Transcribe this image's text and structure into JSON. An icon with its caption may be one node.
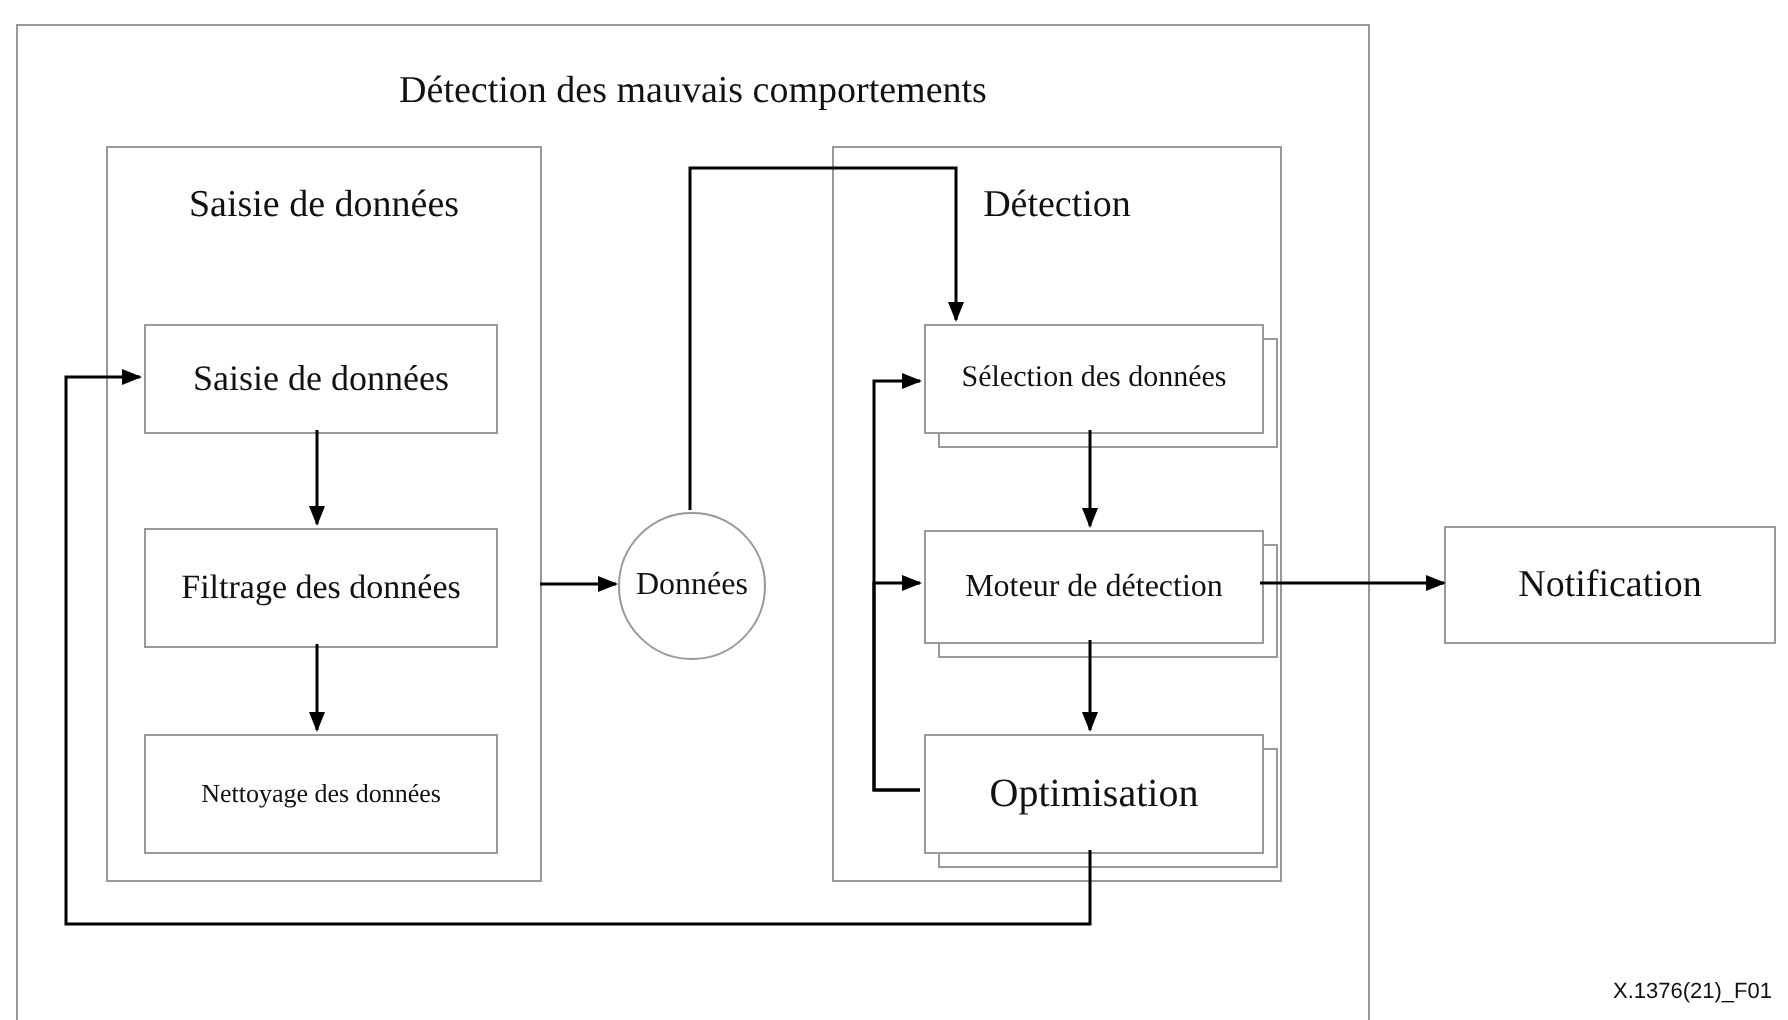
{
  "diagram": {
    "nodes": [
      {
        "text": [
          "Détection des mauvais comportements"
        ]
      },
      {
        "text": [
          "Saisie de données"
        ],
        "in": 0
      },
      {
        "text": [
          "Saisie de données"
        ],
        "in": 1
      },
      {
        "text": [
          "Filtrage des données"
        ],
        "in": 1
      },
      {
        "text": [
          "Nettoyage des données"
        ],
        "in": 1
      },
      {
        "text": [
          "Données"
        ],
        "in": 0
      },
      {
        "text": [
          "Détection"
        ],
        "in": 0
      },
      {
        "text": [
          "Sélection des données"
        ],
        "in": 6
      },
      {
        "text": [
          "Moteur de détection"
        ],
        "in": 6
      },
      {
        "text": [
          "Optimisation"
        ],
        "in": 6
      },
      {
        "text": [
          "Notification"
        ]
      }
    ],
    "edges": [
      {
        "from": 2,
        "to": 3,
        "arrow": "to"
      },
      {
        "from": 3,
        "to": 4,
        "arrow": "to"
      },
      {
        "from": 1,
        "to": 5,
        "arrow": "to"
      },
      {
        "from": 5,
        "to": 7,
        "arrow": "to"
      },
      {
        "from": 7,
        "to": 8,
        "arrow": "to"
      },
      {
        "from": 8,
        "to": 9,
        "arrow": "to"
      },
      {
        "from": 8,
        "to": 10,
        "arrow": "to"
      },
      {
        "from": 9,
        "to": 7,
        "arrow": "to"
      },
      {
        "from": 9,
        "to": 8,
        "arrow": "to"
      },
      {
        "from": 9,
        "to": 2,
        "arrow": "to"
      }
    ],
    "labels": [
      "X.1376(21)_F01"
    ]
  }
}
